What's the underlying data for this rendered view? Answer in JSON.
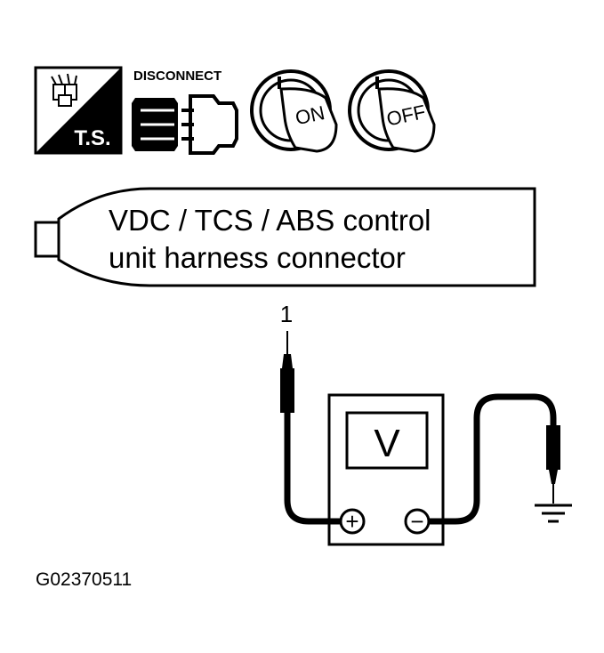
{
  "icons": {
    "ts_label": "T.S.",
    "disconnect_label": "DISCONNECT",
    "key_on_label": "ON",
    "key_off_label": "OFF"
  },
  "connector": {
    "line1": "VDC / TCS / ABS control",
    "line2": "unit harness connector"
  },
  "probe": {
    "terminal_number": "1"
  },
  "meter": {
    "label": "V",
    "positive": "+",
    "negative": "−"
  },
  "figure_id": "G02370511"
}
